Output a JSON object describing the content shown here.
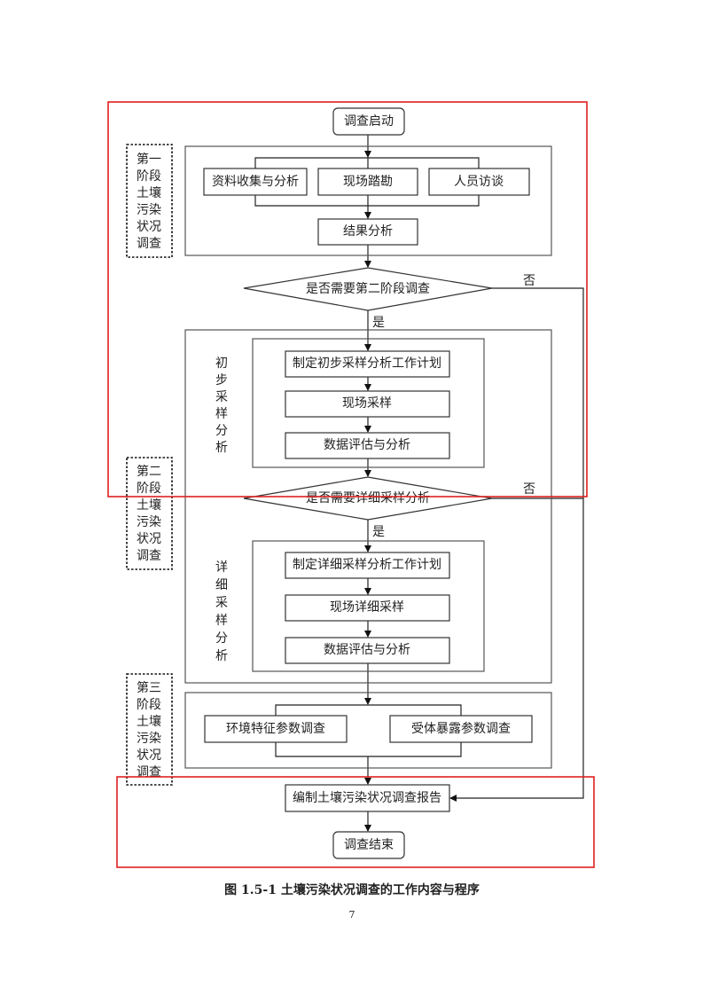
{
  "flowchart": {
    "start": "调查启动",
    "stage1": {
      "label": [
        "第一",
        "阶段",
        "土壤",
        "污染",
        "状况",
        "调查"
      ],
      "parallel": [
        "资料收集与分析",
        "现场踏勘",
        "人员访谈"
      ],
      "result": "结果分析"
    },
    "decision1": "是否需要第二阶段调查",
    "stage2": {
      "label": [
        "第二",
        "阶段",
        "土壤",
        "污染",
        "状况",
        "调查"
      ],
      "preliminary": {
        "label": [
          "初",
          "步",
          "采",
          "样",
          "分",
          "析"
        ],
        "steps": [
          "制定初步采样分析工作计划",
          "现场采样",
          "数据评估与分析"
        ]
      },
      "decision2": "是否需要详细采样分析",
      "detailed": {
        "label": [
          "详",
          "细",
          "采",
          "样",
          "分",
          "析"
        ],
        "steps": [
          "制定详细采样分析工作计划",
          "现场详细采样",
          "数据评估与分析"
        ]
      }
    },
    "stage3": {
      "label": [
        "第三",
        "阶段",
        "土壤",
        "污染",
        "状况",
        "调查"
      ],
      "parallel": [
        "环境特征参数调查",
        "受体暴露参数调查"
      ]
    },
    "report": "编制土壤污染状况调查报告",
    "end": "调查结束",
    "yes": "是",
    "no": "否"
  },
  "caption": "图 1.5-1   土壤污染状况调查的工作内容与程序",
  "page_number": "7",
  "colors": {
    "annotation_box": "#e02020",
    "line": "#222222"
  }
}
